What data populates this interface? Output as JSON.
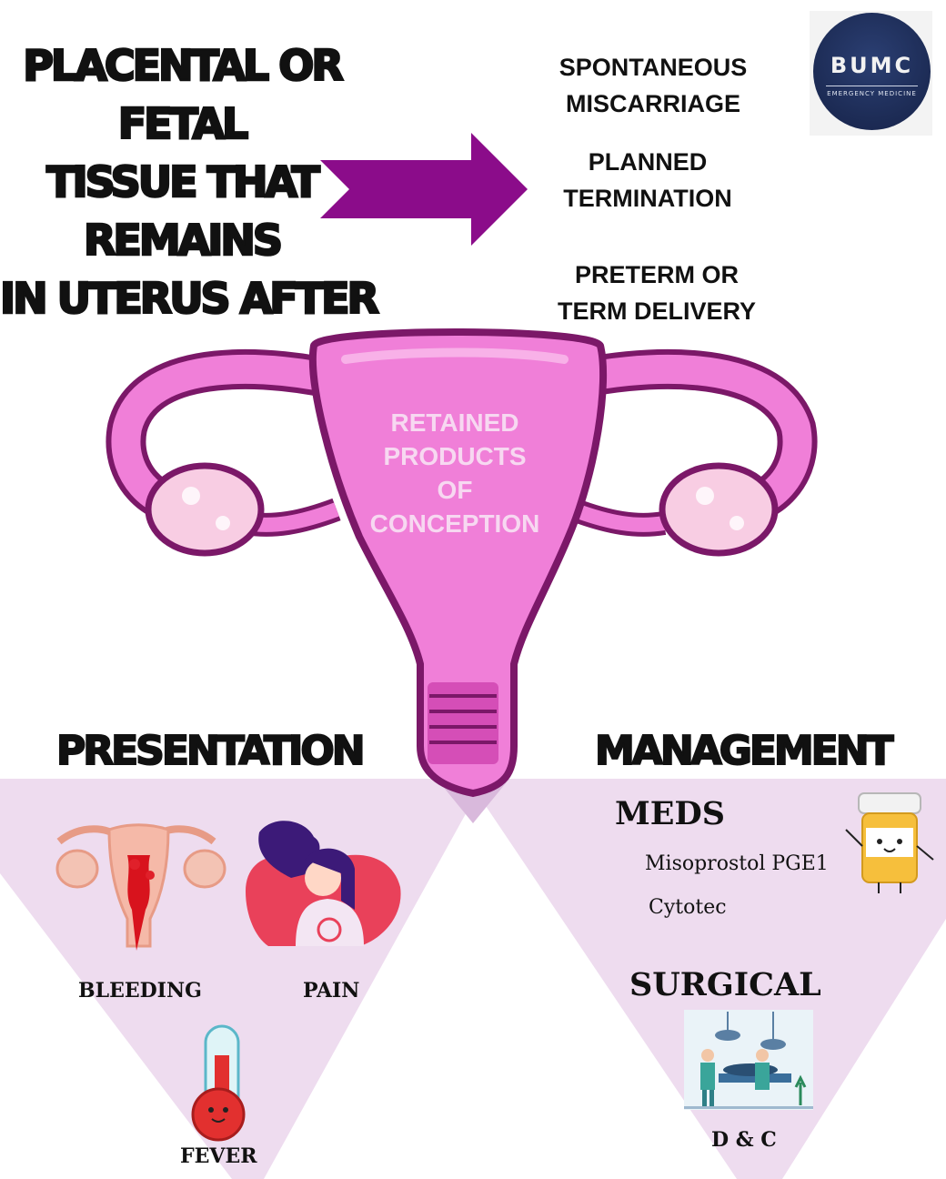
{
  "headline": {
    "lines": [
      "PLACENTAL OR",
      "FETAL",
      "TISSUE THAT",
      "REMAINS",
      "IN UTERUS AFTER"
    ]
  },
  "outcomes": [
    {
      "line1": "SPONTANEOUS",
      "line2": "MISCARRIAGE"
    },
    {
      "line1": "PLANNED",
      "line2": "TERMINATION"
    },
    {
      "line1": "PRETERM OR",
      "line2": "TERM DELIVERY"
    }
  ],
  "logo": {
    "title": "BUMC",
    "subtitle": "EMERGENCY MEDICINE"
  },
  "uterus_label": {
    "lines": [
      "RETAINED",
      "PRODUCTS",
      "OF",
      "CONCEPTION"
    ]
  },
  "presentation": {
    "title": "PRESENTATION",
    "items": [
      "BLEEDING",
      "PAIN",
      "FEVER"
    ]
  },
  "management": {
    "title": "MANAGEMENT",
    "meds_heading": "MEDS",
    "meds": [
      "Misoprostol PGE1",
      "Cytotec"
    ],
    "surgical_heading": "SURGICAL",
    "surgical_item": "D & C"
  },
  "colors": {
    "arrow": "#8b0c8a",
    "uterus_fill": "#f07fd8",
    "uterus_outline": "#7b1868",
    "ovary": "#f8cde3",
    "triangle": "#eedcef",
    "logo_bg": "#1d2c56"
  },
  "icons": [
    "arrow-right-icon",
    "uterus-illustration",
    "bleeding-uterus-icon",
    "pain-woman-icon",
    "thermometer-icon",
    "pill-bottle-icon",
    "operating-room-icon"
  ]
}
